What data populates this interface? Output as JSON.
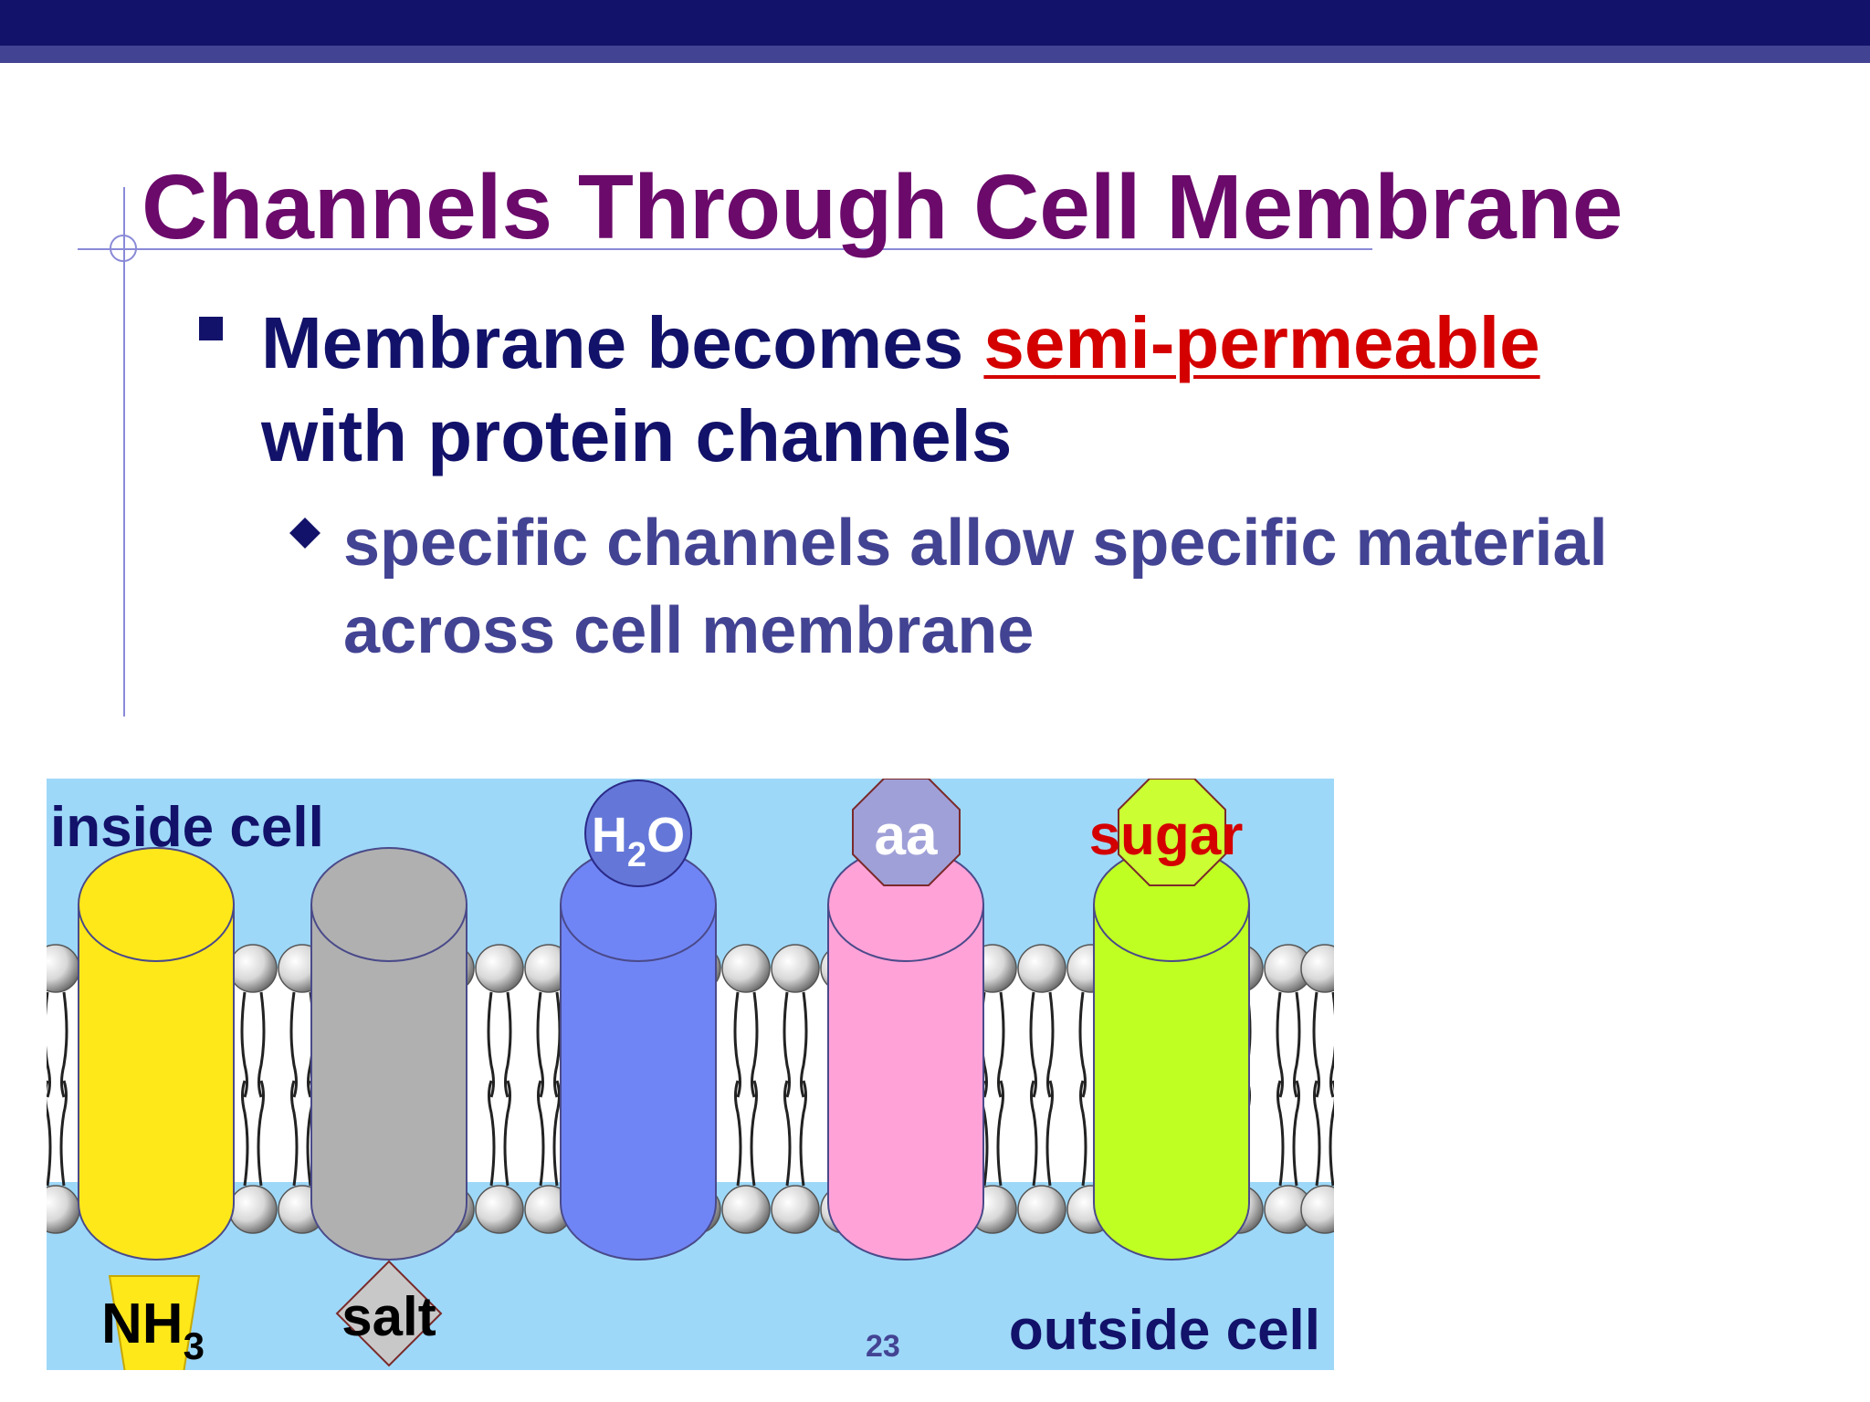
{
  "slide": {
    "title": "Channels Through Cell Membrane",
    "bullet": {
      "text_before": "Membrane becomes ",
      "highlight": "semi-permeable",
      "text_after": "with protein channels"
    },
    "sub_bullet": {
      "line1": "specific channels allow specific material",
      "line2": "across cell membrane"
    },
    "page_number": "23"
  },
  "diagram": {
    "inside_label": "inside cell",
    "outside_label": "outside cell",
    "molecules": {
      "water_main": "H",
      "water_sub": "2",
      "water_end": "O",
      "amino_acid": "aa",
      "sugar": "sugar",
      "ammonia_main": "NH",
      "ammonia_sub": "3",
      "salt": "salt"
    },
    "channels": [
      {
        "name": "yellow",
        "color": "#ffe81a"
      },
      {
        "name": "gray",
        "color": "#b0b0b0"
      },
      {
        "name": "blue",
        "color": "#7085f5"
      },
      {
        "name": "pink",
        "color": "#ffa2d8"
      },
      {
        "name": "green",
        "color": "#c0ff22"
      }
    ],
    "colors": {
      "background": "#9ed8f8",
      "water": "#6477d8",
      "amino_acid": "#a0a0d8",
      "sugar_fill": "#ccff33",
      "sugar_text": "#d40000",
      "ammonia": "#ffe81a",
      "salt": "#c8c8c8"
    }
  }
}
